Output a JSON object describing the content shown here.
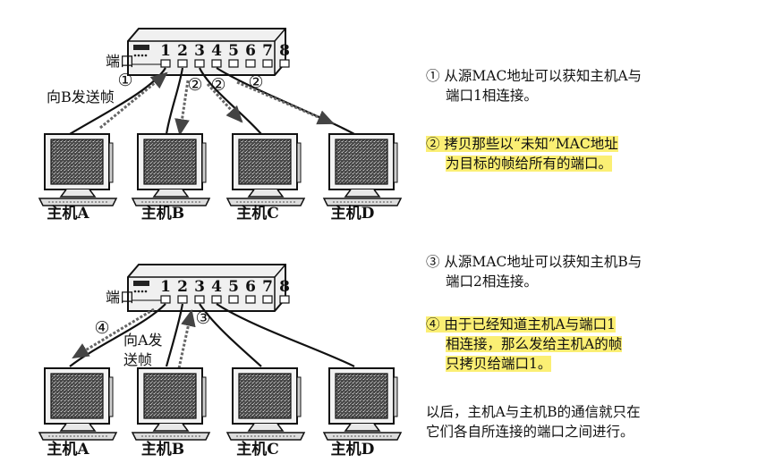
{
  "diagram1": {
    "port_label": "端口",
    "port_numbers": [
      "1",
      "2",
      "3",
      "4",
      "5",
      "6",
      "7",
      "8"
    ],
    "action_label": "向B发送帧",
    "markers": [
      "①",
      "②",
      "②",
      "②"
    ],
    "hosts": [
      "主机A",
      "主机B",
      "主机C",
      "主机D"
    ]
  },
  "diagram2": {
    "port_label": "端口",
    "port_numbers": [
      "1",
      "2",
      "3",
      "4",
      "5",
      "6",
      "7",
      "8"
    ],
    "action_label": [
      "向A发",
      "送帧"
    ],
    "markers": [
      "④",
      "③"
    ],
    "hosts": [
      "主机A",
      "主机B",
      "主机C",
      "主机D"
    ]
  },
  "notes": {
    "n1": [
      "① 从源MAC地址可以获知主机A与",
      "端口1相连接。"
    ],
    "n2": [
      "② 拷贝那些以“未知”MAC地址",
      "为目标的帧给所有的端口。"
    ],
    "n3": [
      "③ 从源MAC地址可以获知主机B与",
      "端口2相连接。"
    ],
    "n4": [
      "④ 由于已经知道主机A与端口1",
      "相连接，那么发给主机A的帧",
      "只拷贝给端口1。"
    ],
    "n5": [
      "以后，主机A与主机B的通信就只在",
      "它们各自所连接的端口之间进行。"
    ]
  },
  "colors": {
    "highlight": "#fbef74",
    "ink": "#111111"
  }
}
